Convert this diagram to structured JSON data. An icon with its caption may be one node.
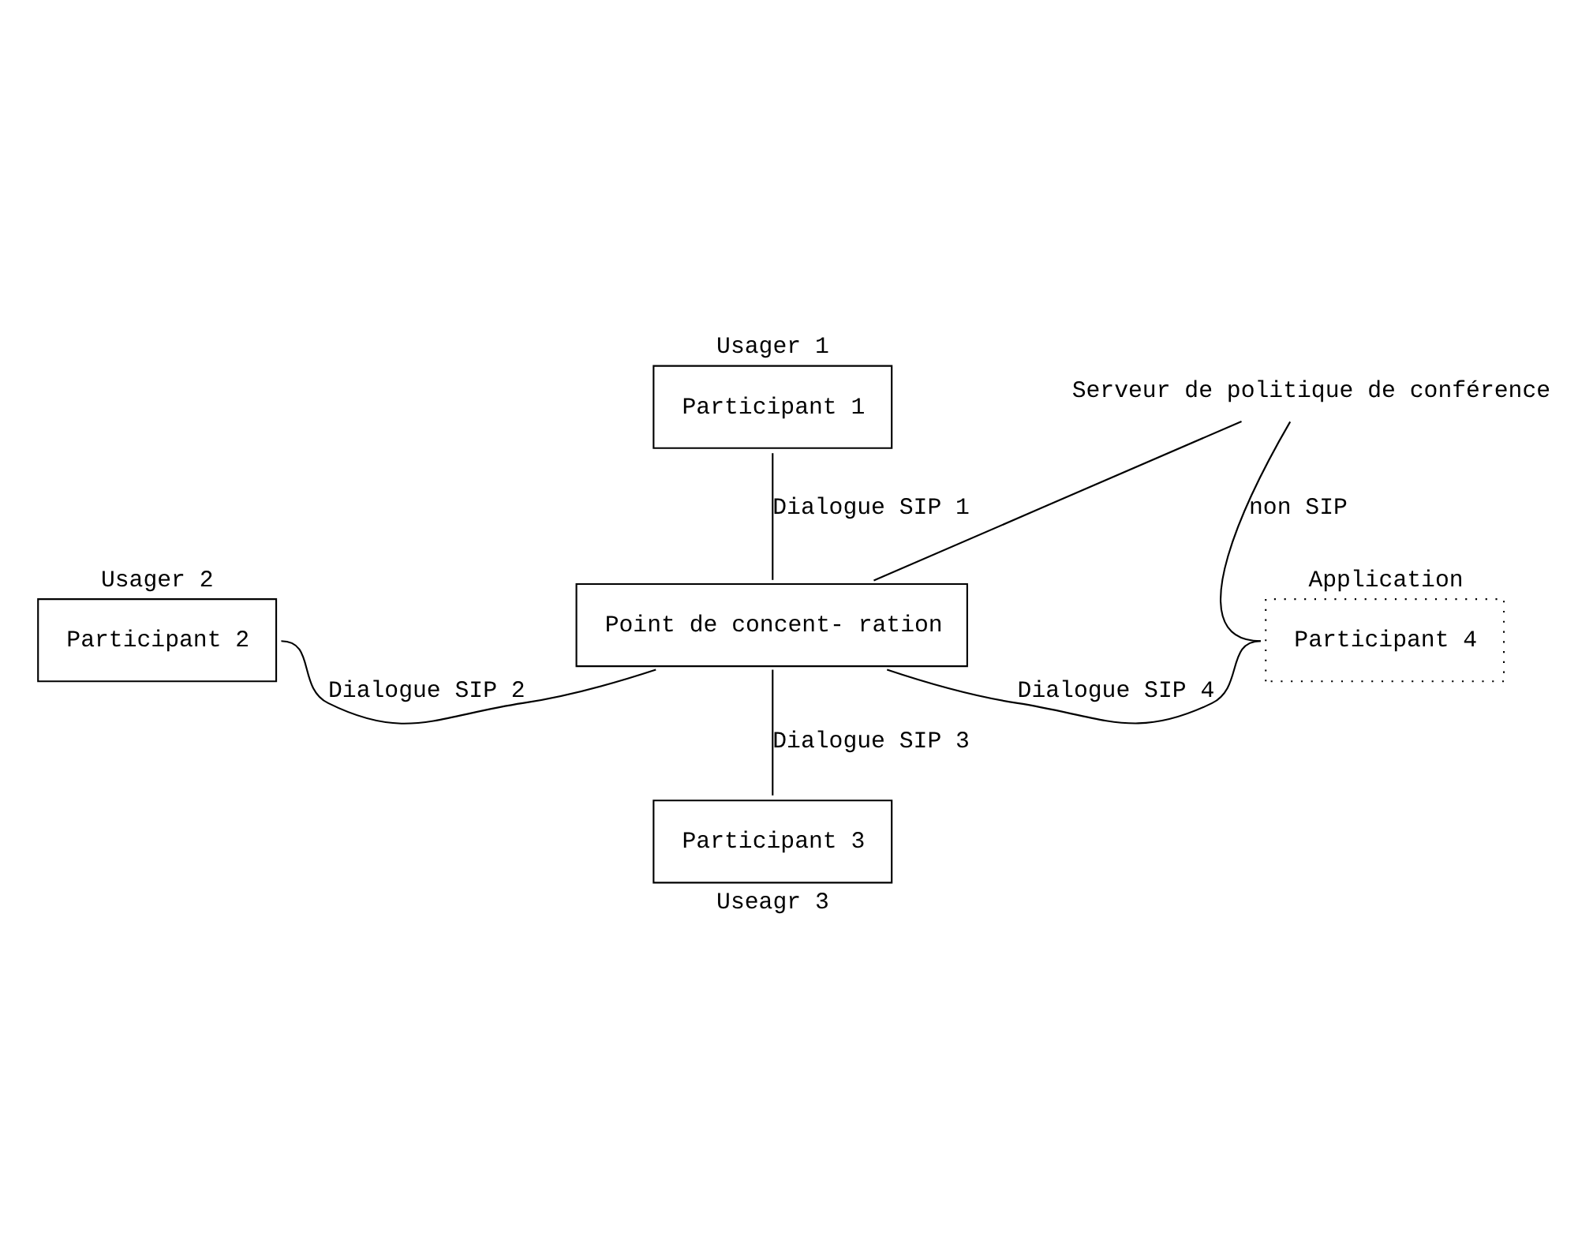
{
  "diagram": {
    "nodes": [
      {
        "text": [
          "Participant 1"
        ],
        "beside": [
          "Usager 1"
        ]
      },
      {
        "text": [
          "Participant 2"
        ],
        "beside": [
          "Usager 2"
        ]
      },
      {
        "text": [
          "Point de concent- ration"
        ]
      },
      {
        "text": [
          "Participant 3"
        ],
        "beside": [
          "Useagr 3"
        ]
      },
      {
        "text": [
          "Participant 4"
        ],
        "beside": [
          "Application"
        ]
      },
      {
        "text": [
          "Serveur de politique de conférence"
        ]
      }
    ],
    "edges": [
      {
        "from": 0,
        "to": 2,
        "arrow": "none",
        "label": "Dialogue SIP 1"
      },
      {
        "from": 1,
        "to": 2,
        "arrow": "none",
        "label": "Dialogue SIP 2"
      },
      {
        "from": 2,
        "to": 4,
        "arrow": "none",
        "label": "Dialogue SIP 4"
      },
      {
        "from": 2,
        "to": 3,
        "arrow": "none",
        "label": "Dialogue SIP 3"
      },
      {
        "from": 5,
        "to": 2,
        "arrow": "none"
      },
      {
        "from": 5,
        "to": 4,
        "arrow": "none",
        "label": "non SIP"
      }
    ]
  }
}
